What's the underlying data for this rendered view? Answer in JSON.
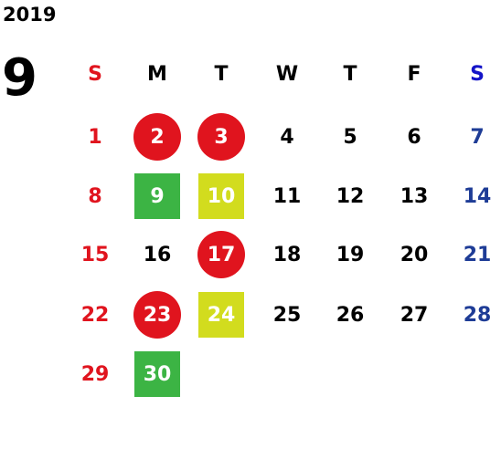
{
  "calendar": {
    "year": "2019",
    "month": "9",
    "weekdays": [
      "S",
      "M",
      "T",
      "W",
      "T",
      "F",
      "S"
    ],
    "weekday_colors": [
      "#e0141e",
      "#000000",
      "#000000",
      "#000000",
      "#000000",
      "#000000",
      "#1414c8"
    ],
    "start_weekday": 0,
    "days_in_month": 30,
    "colors": {
      "sunday": "#e0141e",
      "weekday": "#000000",
      "saturday": "#1e3c96",
      "holiday_circle": "#e0141e",
      "green_box": "#3cb444",
      "yellow_box": "#d2dc1e",
      "marked_text": "#ffffff"
    },
    "marked_days": [
      {
        "day": 2,
        "style": "circle",
        "color": "#e0141e"
      },
      {
        "day": 3,
        "style": "circle",
        "color": "#e0141e"
      },
      {
        "day": 9,
        "style": "square",
        "color": "#3cb444"
      },
      {
        "day": 10,
        "style": "square",
        "color": "#d2dc1e"
      },
      {
        "day": 17,
        "style": "circle",
        "color": "#e0141e"
      },
      {
        "day": 23,
        "style": "circle",
        "color": "#e0141e"
      },
      {
        "day": 24,
        "style": "square",
        "color": "#d2dc1e"
      },
      {
        "day": 30,
        "style": "square",
        "color": "#3cb444"
      }
    ]
  }
}
